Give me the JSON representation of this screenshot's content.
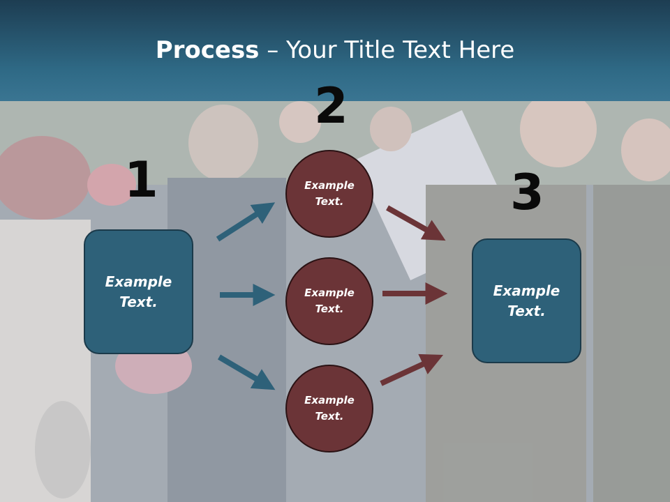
{
  "header": {
    "title_bold": "Process",
    "title_rest": " – Your Title Text Here"
  },
  "steps": {
    "num1": "1",
    "num2": "2",
    "num3": "3"
  },
  "left_box": {
    "line1": "Example",
    "line2": "Text."
  },
  "right_box": {
    "line1": "Example",
    "line2": "Text."
  },
  "circles": [
    {
      "line1": "Example",
      "line2": "Text."
    },
    {
      "line1": "Example",
      "line2": "Text."
    },
    {
      "line1": "Example",
      "line2": "Text."
    }
  ],
  "colors": {
    "header": "#2f6a86",
    "box": "#2e6179",
    "circle": "#6b3437",
    "arrow_blue": "#2e6179",
    "arrow_red": "#6b3437"
  },
  "background": {
    "icon": "crowd-photo"
  }
}
